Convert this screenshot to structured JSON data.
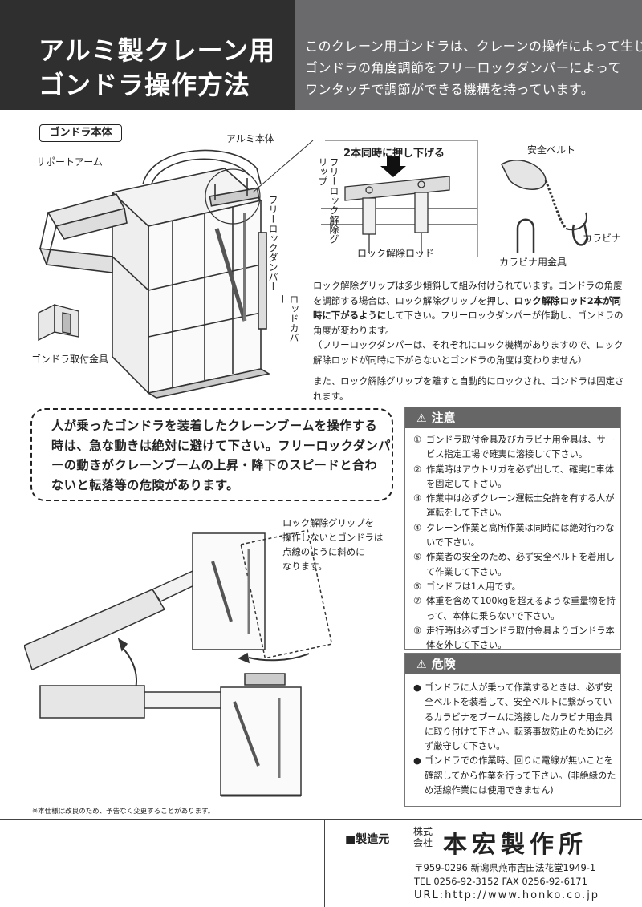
{
  "header": {
    "title_lines": [
      "アルミ製クレーン用",
      "ゴンドラ操作方法"
    ],
    "intro_lines": [
      "このクレーン用ゴンドラは、クレーンの操作によって生じる",
      "ゴンドラの角度調節をフリーロックダンパーによって",
      "ワンタッチで調節ができる機構を持っています。"
    ]
  },
  "figure1": {
    "section_label": "ゴンドラ本体",
    "labels": {
      "aluminum_body": "アルミ本体",
      "support_arm": "サポートアーム",
      "free_lock_damper": "フリーロックダンパー",
      "unlock_grip": "フリーロック解除グリップ",
      "rod_cover": "ロッドカバー",
      "mount_bracket": "ゴンドラ取付金具"
    }
  },
  "detail": {
    "push_down": "2本同時に押し下げる",
    "grip_label": "ロック解除グリップ",
    "rod_label": "ロック解除ロッド"
  },
  "belt": {
    "safety_belt": "安全ベルト",
    "carabiner": "カラビナ",
    "carabiner_bracket": "カラビナ用金具"
  },
  "description": {
    "p1_a": "ロック解除グリップは多少傾斜して組み付けられています。ゴンドラの角度を調節する場合は、ロック解除グリップを押し、",
    "p1_bold": "ロック解除ロッド2本が同時に下がるように",
    "p1_b": "して下さい。フリーロックダンパーが作動し、ゴンドラの角度が変わります。",
    "p1_c": "（フリーロックダンパーは、それぞれにロック機構がありますので、ロック解除ロッドが同時に下がらないとゴンドラの角度は変わりません）",
    "p2": "また、ロック解除グリップを離すと自動的にロックされ、ゴンドラは固定されます。"
  },
  "warning_lines": [
    "人が乗ったゴンドラを装着したクレーンブームを操作する",
    "時は、急な動きは絶対に避けて下さい。フリーロックダンパ",
    "ーの動きがクレーンブームの上昇・降下のスピードと合わ",
    "ないと転落等の危険があります。"
  ],
  "figure2_caption": [
    "ロック解除グリップを",
    "操作しないとゴンドラは",
    "点線のように斜めに",
    "なります。"
  ],
  "caution": {
    "title": "注意",
    "items": [
      {
        "num": "①",
        "text": "ゴンドラ取付金具及びカラビナ用金具は、サービス指定工場で確実に溶接して下さい。"
      },
      {
        "num": "②",
        "text": "作業時はアウトリガを必ず出して、確実に車体を固定して下さい。"
      },
      {
        "num": "③",
        "text": "作業中は必ずクレーン運転士免許を有する人が運転をして下さい。"
      },
      {
        "num": "④",
        "text": "クレーン作業と高所作業は同時には絶対行わないで下さい。"
      },
      {
        "num": "⑤",
        "text": "作業者の安全のため、必ず安全ベルトを着用して作業して下さい。"
      },
      {
        "num": "⑥",
        "text": "ゴンドラは1人用です。"
      },
      {
        "num": "⑦",
        "text": "体重を含めて100kgを超えるような重量物を持って、本体に乗らないで下さい。"
      },
      {
        "num": "⑧",
        "text": "走行時は必ずゴンドラ取付金具よりゴンドラ本体を外して下さい。"
      }
    ]
  },
  "danger": {
    "title": "危険",
    "items": [
      {
        "num": "●",
        "text": "ゴンドラに人が乗って作業するときは、必ず安全ベルトを装着して、安全ベルトに繋がっているカラビナをブームに溶接したカラビナ用金具に取り付けて下さい。転落事故防止のために必ず厳守して下さい。"
      },
      {
        "num": "●",
        "text": "ゴンドラでの作業時、回りに電線が無いことを確認してから作業を行って下さい。(非絶縁のため活線作業には使用できません)"
      }
    ]
  },
  "footnote": "※本仕様は改良のため、予告なく変更することがあります。",
  "footer": {
    "maker_label": "■製造元",
    "kaisha_line1": "株式",
    "kaisha_line2": "会社",
    "company_name": "本宏製作所",
    "postal_address": "〒959-0296  新潟県燕市吉田法花堂1949-1",
    "tel_fax": "TEL 0256-92-3152    FAX 0256-92-6171",
    "url": "URL:http://www.honko.co.jp"
  },
  "colors": {
    "header_left": "#2f2f2f",
    "header_right": "#6a6a6c",
    "box_head": "#666666"
  }
}
